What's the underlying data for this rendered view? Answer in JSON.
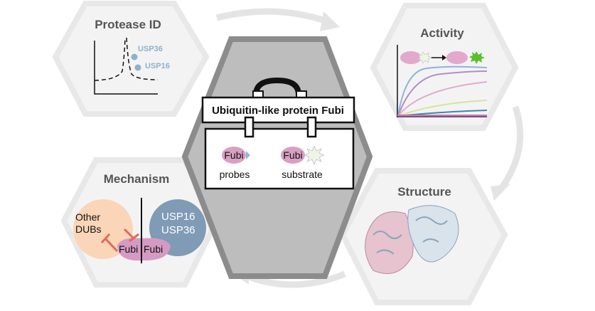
{
  "center": {
    "title": "Ubiquitin-like protein Fubi",
    "probe_label": "Fubi",
    "probe_caption": "probes",
    "substrate_label": "Fubi",
    "substrate_caption": "substrate"
  },
  "panels": {
    "protease_id": {
      "title": "Protease ID",
      "hits": [
        "USP36",
        "USP16"
      ]
    },
    "activity": {
      "title": "Activity"
    },
    "structure": {
      "title": "Structure"
    },
    "mechanism": {
      "title": "Mechanism",
      "left_group": "Other\nDUBs",
      "left_line1": "Other",
      "left_line2": "DUBs",
      "right_line1": "USP16",
      "right_line2": "USP36",
      "fubi_left": "Fubi",
      "fubi_right": "Fubi"
    }
  },
  "colors": {
    "hex_bg": "#f2f2f2",
    "hex_border": "#e6e6e6",
    "center_hex": "#bdbdbd",
    "center_border": "#8c8c8c",
    "fubi_pink": "#d9a0c4",
    "usp_blue": "#7f9bb5",
    "dub_peach": "#fbd5b7",
    "inhibit_red": "#e06b5a",
    "dot_blue": "#8fb0cc"
  }
}
